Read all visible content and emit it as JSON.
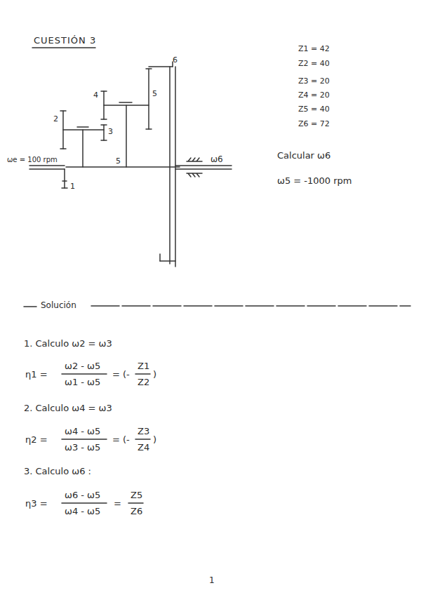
{
  "diagram": {
    "title": "CUESTIÓN 3",
    "labels": [
      "6",
      "4",
      "5",
      "2",
      "3",
      "ωe = 100 rpm",
      "5",
      "1",
      "ω6",
      "Z1 = 42",
      "Z2 = 40",
      "Z3 = 20",
      "Z4 = 20",
      "Z5 = 40",
      "Z6 = 72",
      "Calcular ω6",
      "ω5 = -1000 rpm",
      "Solución",
      "1. Calculo ω2 = ω3",
      "η1 =",
      "ω2 - ω5",
      "ω1 - ω5",
      "= (-",
      "Z1",
      "Z2",
      ")",
      "2. Calculo ω4 = ω3",
      "η2 =",
      "ω4 - ω5",
      "ω3 - ω5",
      "= (-",
      "Z3",
      "Z4",
      ")",
      "3. Calculo ω6 :",
      "η3 =",
      "ω6 - ω5",
      "ω4 - ω5",
      "=",
      "Z5",
      "Z6",
      "1"
    ]
  }
}
